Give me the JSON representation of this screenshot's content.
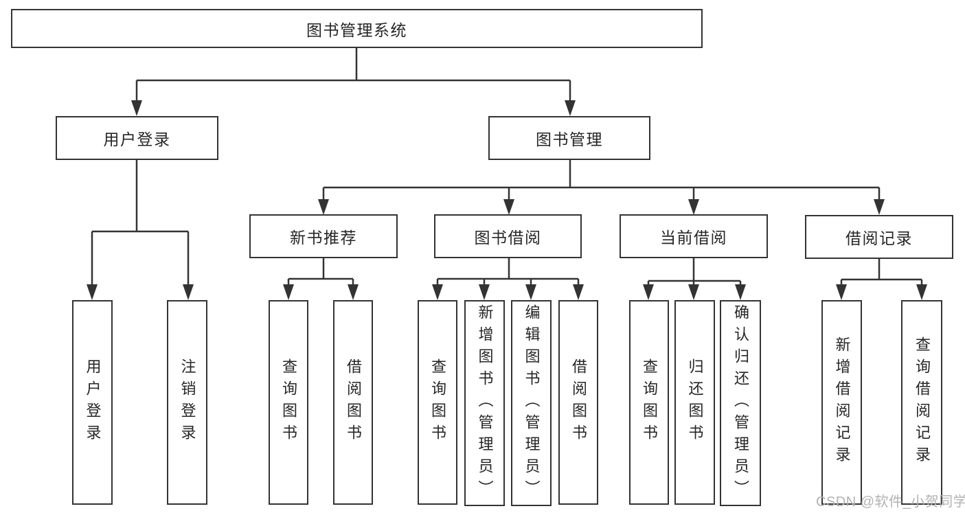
{
  "nodes": {
    "root": "图书管理系统",
    "user_login": "用户登录",
    "book_mgmt": "图书管理",
    "new_book": "新书推荐",
    "book_borrow": "图书借阅",
    "current_borrow": "当前借阅",
    "borrow_record": "借阅记录",
    "leaves": {
      "user_login": [
        "用户登录",
        "注销登录"
      ],
      "new_book": [
        "查询图书",
        "借阅图书"
      ],
      "book_borrow": [
        "查询图书",
        "新增图书（管理员）",
        "编辑图书（管理员）",
        "借阅图书"
      ],
      "current_borrow": [
        "查询图书",
        "归还图书",
        "确认归还（管理员）"
      ],
      "borrow_record": [
        "新增借阅记录",
        "查询借阅记录"
      ]
    }
  },
  "watermark": "CSDN @软件_小贺同学",
  "colors": {
    "line": "#333333",
    "text": "#262626",
    "watermark": "#b2b2b2",
    "background": "#ffffff"
  }
}
